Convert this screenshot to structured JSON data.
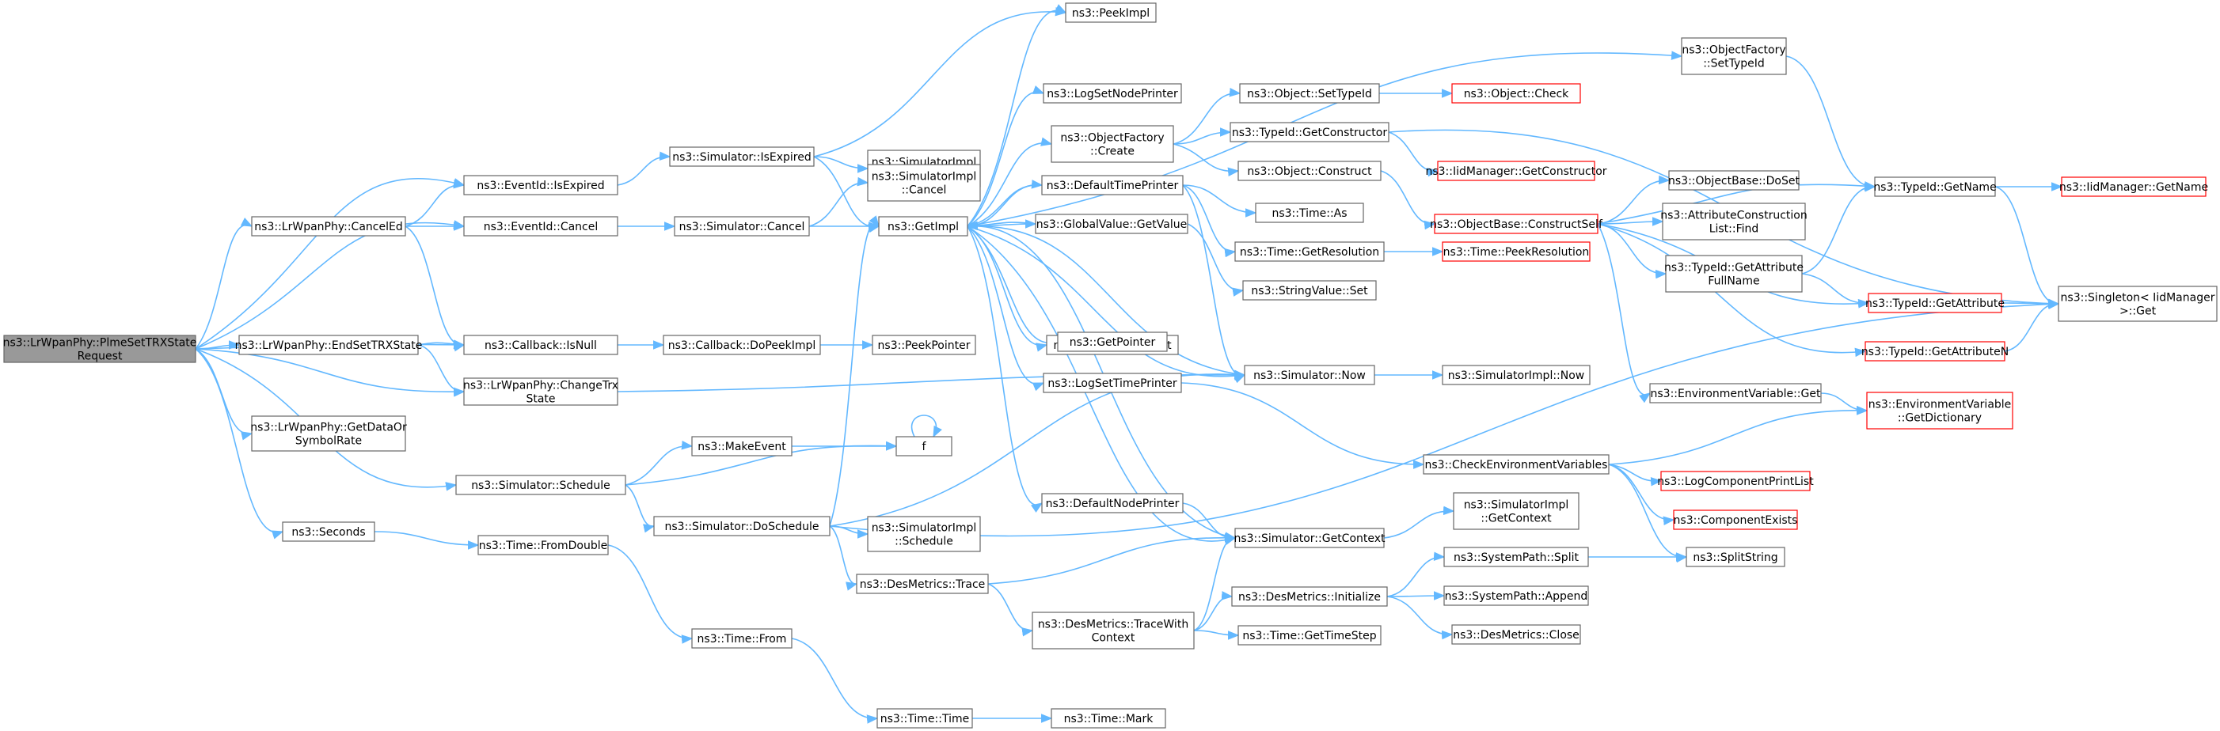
{
  "graph": {
    "colors": {
      "edge": "#63b8ff",
      "node_border": "#666666",
      "incomplete_border": "#ff0000",
      "root_fill": "#999999"
    },
    "nodes": [
      {
        "id": "root",
        "lines": [
          "ns3::LrWpanPhy::PlmeSetTRXState",
          "Request"
        ],
        "style": "root"
      },
      {
        "id": "cancelEd",
        "lines": [
          "ns3::LrWpanPhy::CancelEd"
        ]
      },
      {
        "id": "endSetTrx",
        "lines": [
          "ns3::LrWpanPhy::EndSetTRXState"
        ]
      },
      {
        "id": "getDataOr",
        "lines": [
          "ns3::LrWpanPhy::GetDataOr",
          "SymbolRate"
        ]
      },
      {
        "id": "seconds",
        "lines": [
          "ns3::Seconds"
        ]
      },
      {
        "id": "evIsExpired",
        "lines": [
          "ns3::EventId::IsExpired"
        ]
      },
      {
        "id": "evCancel",
        "lines": [
          "ns3::EventId::Cancel"
        ]
      },
      {
        "id": "cbIsNull",
        "lines": [
          "ns3::Callback::IsNull"
        ]
      },
      {
        "id": "changeTrx",
        "lines": [
          "ns3::LrWpanPhy::ChangeTrx",
          "State"
        ]
      },
      {
        "id": "simSchedule",
        "lines": [
          "ns3::Simulator::Schedule"
        ]
      },
      {
        "id": "fromDouble",
        "lines": [
          "ns3::Time::FromDouble"
        ]
      },
      {
        "id": "simIsExpired",
        "lines": [
          "ns3::Simulator::IsExpired"
        ]
      },
      {
        "id": "simCancel",
        "lines": [
          "ns3::Simulator::Cancel"
        ]
      },
      {
        "id": "doPeekImpl",
        "lines": [
          "ns3::Callback::DoPeekImpl"
        ]
      },
      {
        "id": "makeEvent",
        "lines": [
          "ns3::MakeEvent"
        ]
      },
      {
        "id": "doSchedule",
        "lines": [
          "ns3::Simulator::DoSchedule"
        ]
      },
      {
        "id": "timeFrom",
        "lines": [
          "ns3::Time::From"
        ]
      },
      {
        "id": "timeTime",
        "lines": [
          "ns3::Time::Time"
        ]
      },
      {
        "id": "siIsExpired",
        "lines": [
          "ns3::SimulatorImpl",
          "::IsExpired"
        ]
      },
      {
        "id": "siCancel",
        "lines": [
          "ns3::SimulatorImpl",
          "::Cancel"
        ]
      },
      {
        "id": "getImpl",
        "lines": [
          "ns3::GetImpl"
        ]
      },
      {
        "id": "peekPointer",
        "lines": [
          "ns3::PeekPointer"
        ]
      },
      {
        "id": "f",
        "lines": [
          "f"
        ]
      },
      {
        "id": "siSchedule",
        "lines": [
          "ns3::SimulatorImpl",
          "::Schedule"
        ]
      },
      {
        "id": "dmTrace",
        "lines": [
          "ns3::DesMetrics::Trace"
        ]
      },
      {
        "id": "dmTraceWith",
        "lines": [
          "ns3::DesMetrics::TraceWith",
          "Context"
        ]
      },
      {
        "id": "timeMark",
        "lines": [
          "ns3::Time::Mark"
        ]
      },
      {
        "id": "peekImpl",
        "lines": [
          "ns3::PeekImpl"
        ]
      },
      {
        "id": "logSetNode",
        "lines": [
          "ns3::LogSetNodePrinter"
        ]
      },
      {
        "id": "ofCreate",
        "lines": [
          "ns3::ObjectFactory",
          "::Create"
        ]
      },
      {
        "id": "defTimePrinter",
        "lines": [
          "ns3::DefaultTimePrinter"
        ]
      },
      {
        "id": "gvGetValue",
        "lines": [
          "ns3::GlobalValue::GetValue"
        ]
      },
      {
        "id": "svGet",
        "lines": [
          "ns3::StringValue::Get"
        ]
      },
      {
        "id": "getPointer",
        "lines": [
          "ns3::GetPointer"
        ]
      },
      {
        "id": "logSetTime",
        "lines": [
          "ns3::LogSetTimePrinter"
        ]
      },
      {
        "id": "defNodePrinter",
        "lines": [
          "ns3::DefaultNodePrinter"
        ]
      },
      {
        "id": "objSetTypeId",
        "lines": [
          "ns3::Object::SetTypeId"
        ]
      },
      {
        "id": "tidGetCtor",
        "lines": [
          "ns3::TypeId::GetConstructor"
        ]
      },
      {
        "id": "objConstruct",
        "lines": [
          "ns3::Object::Construct"
        ]
      },
      {
        "id": "timeAs",
        "lines": [
          "ns3::Time::As"
        ]
      },
      {
        "id": "timeGetRes",
        "lines": [
          "ns3::Time::GetResolution"
        ]
      },
      {
        "id": "svSet",
        "lines": [
          "ns3::StringValue::Set"
        ]
      },
      {
        "id": "simNow",
        "lines": [
          "ns3::Simulator::Now"
        ]
      },
      {
        "id": "simGetContext",
        "lines": [
          "ns3::Simulator::GetContext"
        ]
      },
      {
        "id": "dmInit",
        "lines": [
          "ns3::DesMetrics::Initialize"
        ]
      },
      {
        "id": "timeGetStep",
        "lines": [
          "ns3::Time::GetTimeStep"
        ]
      },
      {
        "id": "objCheck",
        "lines": [
          "ns3::Object::Check"
        ],
        "style": "red"
      },
      {
        "id": "iidGetCtor",
        "lines": [
          "ns3::IidManager::GetConstructor"
        ],
        "style": "red"
      },
      {
        "id": "obConstructSelf",
        "lines": [
          "ns3::ObjectBase::ConstructSelf"
        ],
        "style": "red"
      },
      {
        "id": "timePeekRes",
        "lines": [
          "ns3::Time::PeekResolution"
        ],
        "style": "red"
      },
      {
        "id": "siNow",
        "lines": [
          "ns3::SimulatorImpl::Now"
        ]
      },
      {
        "id": "checkEnv",
        "lines": [
          "ns3::CheckEnvironmentVariables"
        ]
      },
      {
        "id": "siGetContext",
        "lines": [
          "ns3::SimulatorImpl",
          "::GetContext"
        ]
      },
      {
        "id": "spSplit",
        "lines": [
          "ns3::SystemPath::Split"
        ]
      },
      {
        "id": "spAppend",
        "lines": [
          "ns3::SystemPath::Append"
        ]
      },
      {
        "id": "dmClose",
        "lines": [
          "ns3::DesMetrics::Close"
        ]
      },
      {
        "id": "ofSetTypeId",
        "lines": [
          "ns3::ObjectFactory",
          "::SetTypeId"
        ]
      },
      {
        "id": "obDoSet",
        "lines": [
          "ns3::ObjectBase::DoSet"
        ]
      },
      {
        "id": "acFind",
        "lines": [
          "ns3::AttributeConstruction",
          "List::Find"
        ]
      },
      {
        "id": "tidGetAttrFull",
        "lines": [
          "ns3::TypeId::GetAttribute",
          "FullName"
        ]
      },
      {
        "id": "envGet",
        "lines": [
          "ns3::EnvironmentVariable::Get"
        ]
      },
      {
        "id": "logCompPrint",
        "lines": [
          "ns3::LogComponentPrintList"
        ],
        "style": "red"
      },
      {
        "id": "compExists",
        "lines": [
          "ns3::ComponentExists"
        ],
        "style": "red"
      },
      {
        "id": "splitString",
        "lines": [
          "ns3::SplitString"
        ]
      },
      {
        "id": "tidGetName",
        "lines": [
          "ns3::TypeId::GetName"
        ]
      },
      {
        "id": "tidGetAttr",
        "lines": [
          "ns3::TypeId::GetAttribute"
        ],
        "style": "red"
      },
      {
        "id": "tidGetAttrN",
        "lines": [
          "ns3::TypeId::GetAttributeN"
        ],
        "style": "red"
      },
      {
        "id": "envGetDict",
        "lines": [
          "ns3::EnvironmentVariable",
          "::GetDictionary"
        ],
        "style": "red"
      },
      {
        "id": "iidGetName",
        "lines": [
          "ns3::IidManager::GetName"
        ],
        "style": "red"
      },
      {
        "id": "singletonGet",
        "lines": [
          "ns3::Singleton< IidManager",
          ">::Get"
        ]
      }
    ]
  }
}
